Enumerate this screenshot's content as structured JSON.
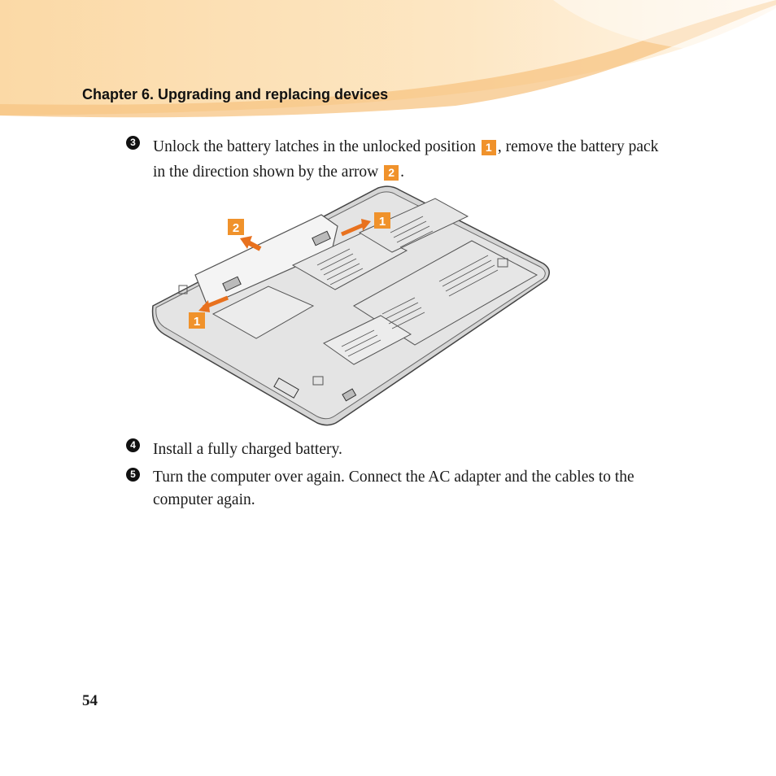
{
  "header": {
    "chapter_title": "Chapter 6. Upgrading and replacing devices"
  },
  "steps": [
    {
      "number": "3",
      "text_part1": "Unlock the battery latches in the unlocked position",
      "badge1": "1",
      "text_part2": ", remove the battery pack in the direction shown by the arrow",
      "badge2": "2",
      "text_part3": "."
    },
    {
      "number": "4",
      "text": "Install a fully charged battery."
    },
    {
      "number": "5",
      "text": "Turn the computer over again. Connect the AC adapter and the cables to the computer again."
    }
  ],
  "figure": {
    "callouts": [
      "2",
      "1",
      "1"
    ],
    "accent_color": "#f0922b"
  },
  "footer": {
    "page_number": "54"
  }
}
